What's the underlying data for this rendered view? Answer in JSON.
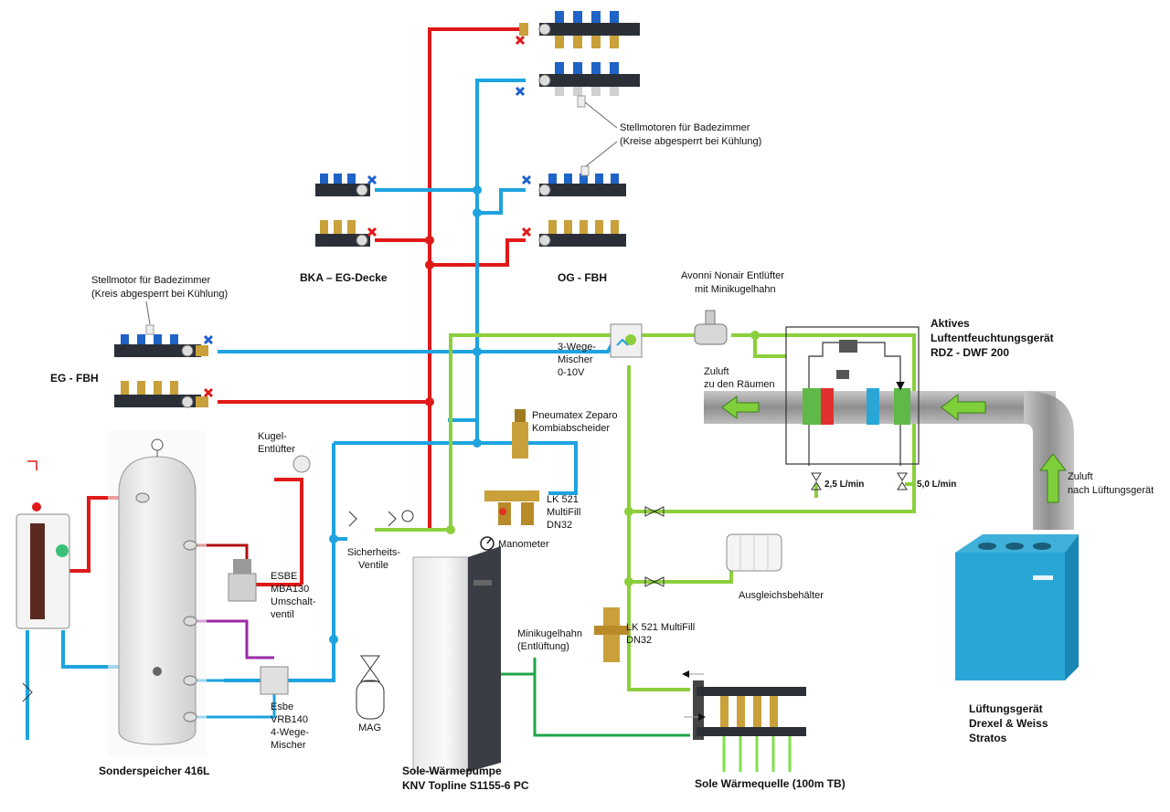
{
  "colors": {
    "supply": "#e01919",
    "return": "#1ea3e0",
    "brine": "#8ccf3c",
    "brine_dark": "#1fa44a",
    "magenta": "#9b2aa6",
    "darkred": "#b01010",
    "duct": "#9a9a9a",
    "vent_unit": "#2aa6d6",
    "manifold": "#2b2f38",
    "brass": "#c9a03a"
  },
  "labels": {
    "bka": "BKA – EG-Decke",
    "og_fbh": "OG - FBH",
    "eg_fbh": "EG - FBH",
    "stellmotoren_l1": "Stellmotoren für Badezimmer",
    "stellmotoren_l2": "(Kreise abgesperrt bei Kühlung)",
    "stellmotor_l1": "Stellmotor für Badezimmer",
    "stellmotor_l2": "(Kreis abgesperrt bei Kühlung)",
    "avonni_l1": "Avonni Nonair Entlüfter",
    "avonni_l2": "mit Minikugelhahn",
    "aktives_l1": "Aktives",
    "aktives_l2": "Luftentfeuchtungsgerät",
    "aktives_l3": "RDZ - DWF 200",
    "mischer3_l1": "3-Wege-",
    "mischer3_l2": "Mischer",
    "mischer3_l3": "0-10V",
    "zuluft_raum_l1": "Zuluft",
    "zuluft_raum_l2": "zu den Räumen",
    "pneumatex_l1": "Pneumatex Zeparo",
    "pneumatex_l2": "Kombiabscheider",
    "kugel_l1": "Kugel-",
    "kugel_l2": "Entlüfter",
    "flow1": "2,5 L/min",
    "flow2": "5,0 L/min",
    "zuluft_lg_l1": "Zuluft",
    "zuluft_lg_l2": "nach Lüftungsgerät",
    "lk521a_l1": "LK 521",
    "lk521a_l2": "MultiFill",
    "lk521a_l3": "DN32",
    "sicher_l1": "Sicherheits-",
    "sicher_l2": "Ventile",
    "manometer": "Manometer",
    "ausgleich": "Ausgleichsbehälter",
    "esbe1_l1": "ESBE",
    "esbe1_l2": "MBA130",
    "esbe1_l3": "Umschalt-",
    "esbe1_l4": "ventil",
    "lk521b_l1": "LK 521 MultiFill",
    "lk521b_l2": "DN32",
    "minikugel_l1": "Minikugelhahn",
    "minikugel_l2": "(Entlüftung)",
    "esbe2_l1": "Esbe",
    "esbe2_l2": "VRB140",
    "esbe2_l3": "4-Wege-",
    "esbe2_l4": "Mischer",
    "mag": "MAG",
    "lueft_l1": "Lüftungsgerät",
    "lueft_l2": "Drexel & Weiss",
    "lueft_l3": "Stratos",
    "speicher": "Sonderspeicher 416L",
    "sole_wp_l1": "Sole-Wärmepumpe",
    "sole_wp_l2": "KNV Topline S1155-6 PC",
    "sole_quelle": "Sole Wärmequelle (100m TB)"
  }
}
